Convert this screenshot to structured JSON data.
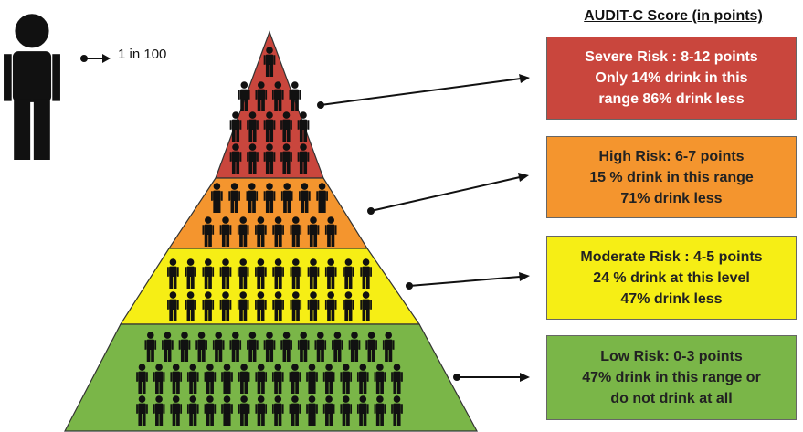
{
  "title": "AUDIT-C Score (in points)",
  "legend": {
    "ratio_label": "1 in 100",
    "icon": "person-icon"
  },
  "colors": {
    "severe": "#c9463d",
    "high": "#f4952e",
    "moderate": "#f6ee15",
    "low": "#7ab648",
    "figure": "#111111"
  },
  "tiers": [
    {
      "id": "severe",
      "lines": [
        "Severe Risk : 8-12 points",
        "Only  14% drink in this",
        "range 86% drink less"
      ],
      "rows": [
        1,
        4,
        5,
        5
      ]
    },
    {
      "id": "high",
      "lines": [
        "High Risk:  6-7 points",
        "15 % drink in this range",
        "71% drink less"
      ],
      "rows": [
        7,
        8
      ]
    },
    {
      "id": "moderate",
      "lines": [
        "Moderate Risk : 4-5 points",
        "24 % drink at this level",
        "47% drink less"
      ],
      "rows": [
        12,
        12
      ]
    },
    {
      "id": "low",
      "lines": [
        "Low Risk:  0-3 points",
        "47% drink in this range or",
        "do not drink at all"
      ],
      "rows": [
        15,
        16,
        16
      ]
    }
  ]
}
